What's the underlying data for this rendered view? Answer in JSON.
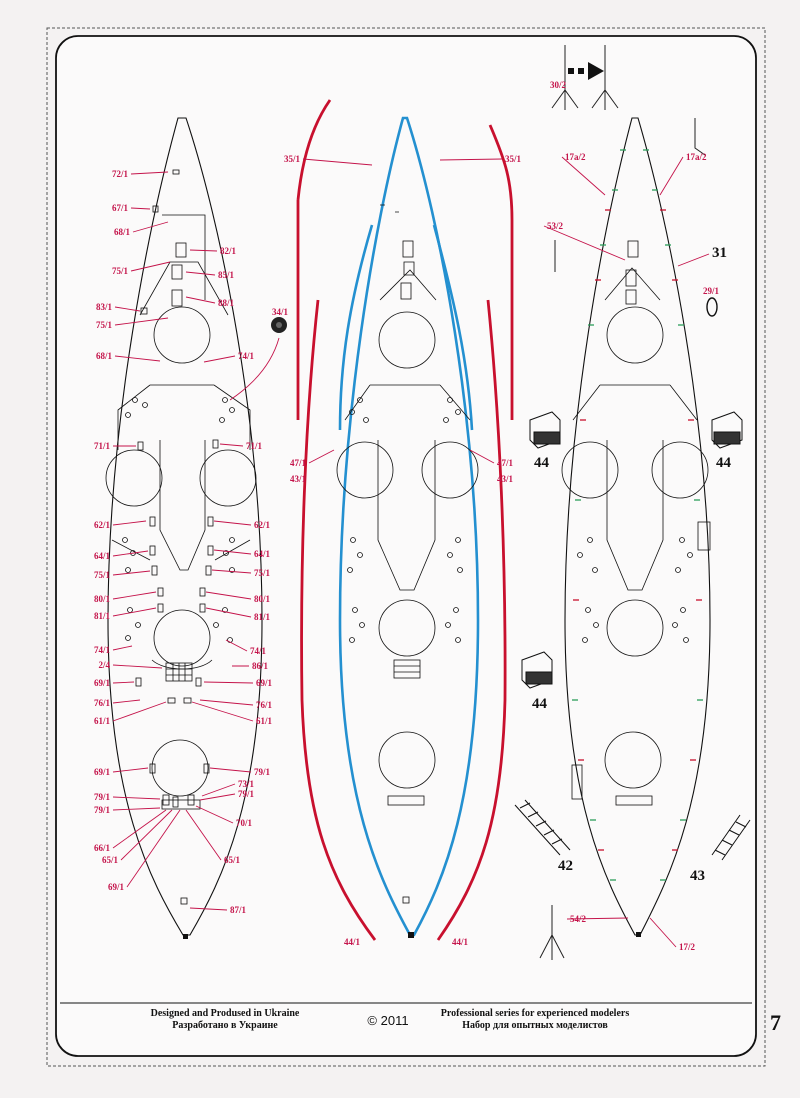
{
  "footer": {
    "left_line1": "Designed and Prodused in Ukraine",
    "left_line2": "Разработано в Украине",
    "copyright": "© 2011",
    "right_line1": "Professional series for experienced modelers",
    "right_line2": "Набор для опытных моделистов"
  },
  "page_number": "7",
  "colors": {
    "label": "#c4134a",
    "rail_red": "#c8102e",
    "rail_blue": "#2490d0",
    "hull": "#111111"
  },
  "left_labels": [
    {
      "text": "72/1",
      "side": "L"
    },
    {
      "text": "67/1",
      "side": "L"
    },
    {
      "text": "68/1",
      "side": "L"
    },
    {
      "text": "82/1",
      "side": "R"
    },
    {
      "text": "75/1",
      "side": "L"
    },
    {
      "text": "85/1",
      "side": "R"
    },
    {
      "text": "83/1",
      "side": "L"
    },
    {
      "text": "88/1",
      "side": "R"
    },
    {
      "text": "75/1",
      "side": "L"
    },
    {
      "text": "34/1",
      "side": "R"
    },
    {
      "text": "68/1",
      "side": "L"
    },
    {
      "text": "74/1",
      "side": "R"
    },
    {
      "text": "71/1",
      "side": "L"
    },
    {
      "text": "71/1",
      "side": "R"
    },
    {
      "text": "62/1",
      "side": "L"
    },
    {
      "text": "62/1",
      "side": "R"
    },
    {
      "text": "64/1",
      "side": "L"
    },
    {
      "text": "64/1",
      "side": "R"
    },
    {
      "text": "75/1",
      "side": "L"
    },
    {
      "text": "75/1",
      "side": "R"
    },
    {
      "text": "80/1",
      "side": "L"
    },
    {
      "text": "80/1",
      "side": "R"
    },
    {
      "text": "81/1",
      "side": "L"
    },
    {
      "text": "81/1",
      "side": "R"
    },
    {
      "text": "74/1",
      "side": "L"
    },
    {
      "text": "74/1",
      "side": "R"
    },
    {
      "text": "2/4",
      "side": "L"
    },
    {
      "text": "86/1",
      "side": "R"
    },
    {
      "text": "69/1",
      "side": "L"
    },
    {
      "text": "69/1",
      "side": "R"
    },
    {
      "text": "76/1",
      "side": "L"
    },
    {
      "text": "76/1",
      "side": "R"
    },
    {
      "text": "61/1",
      "side": "L"
    },
    {
      "text": "61/1",
      "side": "R"
    },
    {
      "text": "69/1",
      "side": "L"
    },
    {
      "text": "79/1",
      "side": "R"
    },
    {
      "text": "73/1",
      "side": "R"
    },
    {
      "text": "79/1",
      "side": "L"
    },
    {
      "text": "79/1",
      "side": "R"
    },
    {
      "text": "79/1",
      "side": "L"
    },
    {
      "text": "70/1",
      "side": "R"
    },
    {
      "text": "66/1",
      "side": "L"
    },
    {
      "text": "65/1",
      "side": "L"
    },
    {
      "text": "65/1",
      "side": "R"
    },
    {
      "text": "69/1",
      "side": "L"
    },
    {
      "text": "87/1",
      "side": "R"
    }
  ],
  "middle_labels": [
    "35/1",
    "35/1",
    "47/1",
    "47/1",
    "43/1",
    "43/1",
    "44/1",
    "44/1"
  ],
  "right_labels": [
    "30/2",
    "17a/2",
    "17a/2",
    "53/2",
    "31",
    "29/1",
    "44",
    "44",
    "44",
    "42",
    "43",
    "54/2",
    "17/2"
  ]
}
